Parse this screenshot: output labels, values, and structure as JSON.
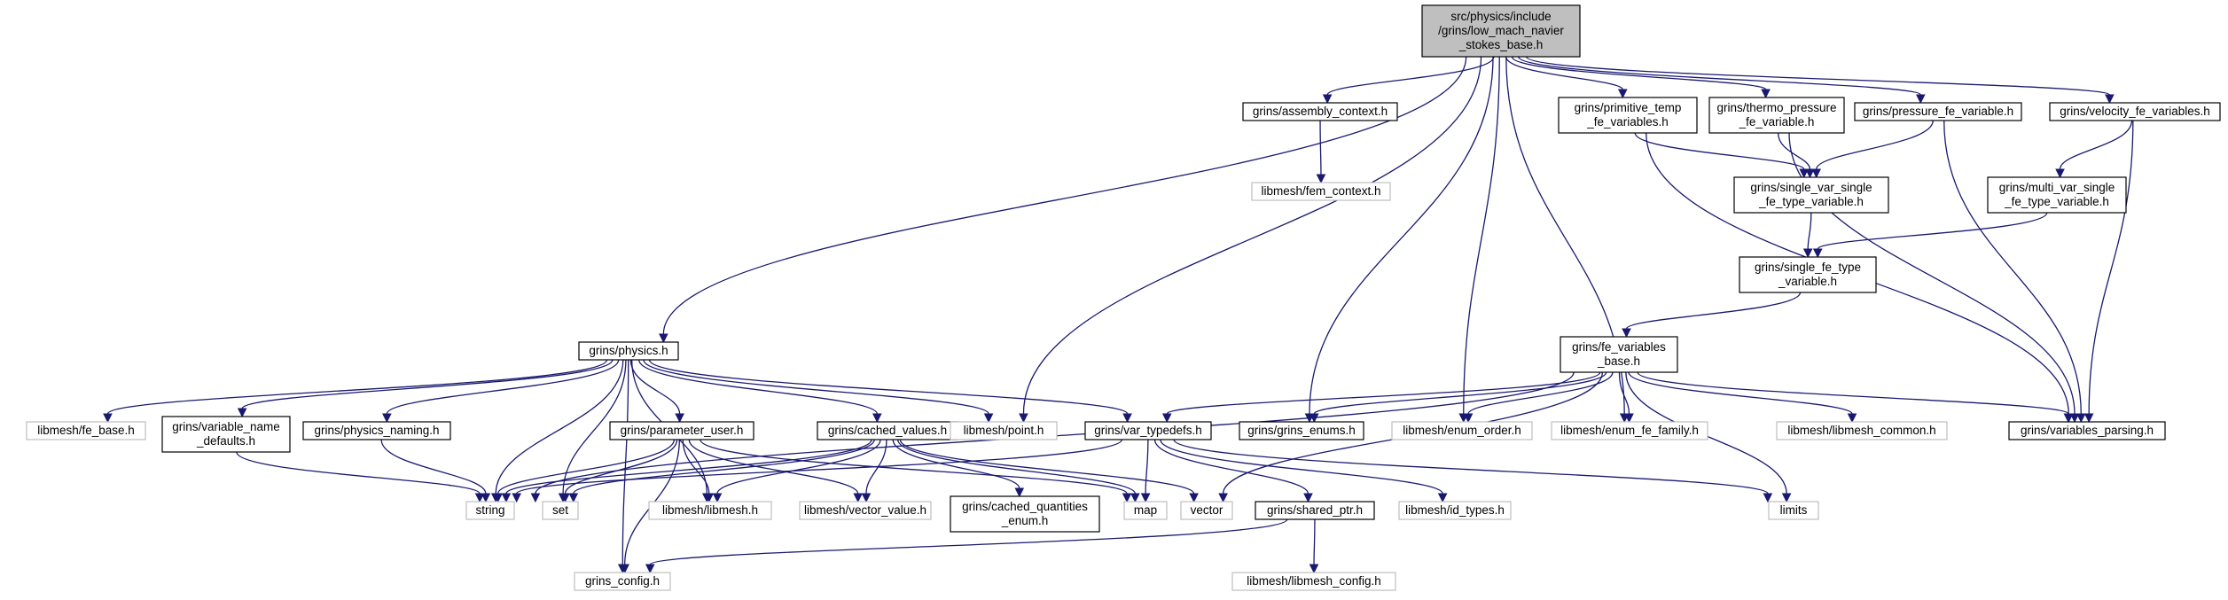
{
  "diagram": {
    "type": "include-dependency-graph",
    "colors": {
      "edge": "#191970",
      "root_fill": "#bfbfbf",
      "header_border": "#000000",
      "external_border": "#bfbfbf",
      "background": "#ffffff"
    },
    "nodes": [
      {
        "id": "root",
        "kind": "root",
        "lines": [
          "src/physics/include",
          "/grins/low_mach_navier",
          "_stokes_base.h"
        ]
      },
      {
        "id": "assembly_context",
        "kind": "header",
        "lines": [
          "grins/assembly_context.h"
        ]
      },
      {
        "id": "fem_context",
        "kind": "external",
        "lines": [
          "libmesh/fem_context.h"
        ]
      },
      {
        "id": "primitive_temp",
        "kind": "header",
        "lines": [
          "grins/primitive_temp",
          "_fe_variables.h"
        ]
      },
      {
        "id": "thermo_pressure",
        "kind": "header",
        "lines": [
          "grins/thermo_pressure",
          "_fe_variable.h"
        ]
      },
      {
        "id": "pressure_fe",
        "kind": "header",
        "lines": [
          "grins/pressure_fe_variable.h"
        ]
      },
      {
        "id": "velocity_fe",
        "kind": "header",
        "lines": [
          "grins/velocity_fe_variables.h"
        ]
      },
      {
        "id": "single_var",
        "kind": "header",
        "lines": [
          "grins/single_var_single",
          "_fe_type_variable.h"
        ]
      },
      {
        "id": "multi_var",
        "kind": "header",
        "lines": [
          "grins/multi_var_single",
          "_fe_type_variable.h"
        ]
      },
      {
        "id": "single_fe_type",
        "kind": "header",
        "lines": [
          "grins/single_fe_type",
          "_variable.h"
        ]
      },
      {
        "id": "fe_variables_base",
        "kind": "header",
        "lines": [
          "grins/fe_variables",
          "_base.h"
        ]
      },
      {
        "id": "physics",
        "kind": "header",
        "lines": [
          "grins/physics.h"
        ]
      },
      {
        "id": "fe_base",
        "kind": "external",
        "lines": [
          "libmesh/fe_base.h"
        ]
      },
      {
        "id": "variable_name_defaults",
        "kind": "header",
        "lines": [
          "grins/variable_name",
          "_defaults.h"
        ]
      },
      {
        "id": "physics_naming",
        "kind": "header",
        "lines": [
          "grins/physics_naming.h"
        ]
      },
      {
        "id": "parameter_user",
        "kind": "header",
        "lines": [
          "grins/parameter_user.h"
        ]
      },
      {
        "id": "cached_values",
        "kind": "header",
        "lines": [
          "grins/cached_values.h"
        ]
      },
      {
        "id": "point",
        "kind": "external",
        "lines": [
          "libmesh/point.h"
        ]
      },
      {
        "id": "var_typedefs",
        "kind": "header",
        "lines": [
          "grins/var_typedefs.h"
        ]
      },
      {
        "id": "grins_enums",
        "kind": "header",
        "lines": [
          "grins/grins_enums.h"
        ]
      },
      {
        "id": "enum_order",
        "kind": "external",
        "lines": [
          "libmesh/enum_order.h"
        ]
      },
      {
        "id": "enum_fe_family",
        "kind": "external",
        "lines": [
          "libmesh/enum_fe_family.h"
        ]
      },
      {
        "id": "libmesh_common",
        "kind": "external",
        "lines": [
          "libmesh/libmesh_common.h"
        ]
      },
      {
        "id": "variables_parsing",
        "kind": "header",
        "lines": [
          "grins/variables_parsing.h"
        ]
      },
      {
        "id": "string",
        "kind": "external",
        "lines": [
          "string"
        ]
      },
      {
        "id": "set",
        "kind": "external",
        "lines": [
          "set"
        ]
      },
      {
        "id": "libmesh_h",
        "kind": "external",
        "lines": [
          "libmesh/libmesh.h"
        ]
      },
      {
        "id": "vector_value",
        "kind": "external",
        "lines": [
          "libmesh/vector_value.h"
        ]
      },
      {
        "id": "cached_quantities_enum",
        "kind": "header",
        "lines": [
          "grins/cached_quantities",
          "_enum.h"
        ]
      },
      {
        "id": "map",
        "kind": "external",
        "lines": [
          "map"
        ]
      },
      {
        "id": "vector",
        "kind": "external",
        "lines": [
          "vector"
        ]
      },
      {
        "id": "shared_ptr",
        "kind": "header",
        "lines": [
          "grins/shared_ptr.h"
        ]
      },
      {
        "id": "id_types",
        "kind": "external",
        "lines": [
          "libmesh/id_types.h"
        ]
      },
      {
        "id": "limits",
        "kind": "external",
        "lines": [
          "limits"
        ]
      },
      {
        "id": "grins_config",
        "kind": "external",
        "lines": [
          "grins_config.h"
        ]
      },
      {
        "id": "libmesh_config",
        "kind": "external",
        "lines": [
          "libmesh/libmesh_config.h"
        ]
      }
    ],
    "edges": [
      [
        "root",
        "assembly_context"
      ],
      [
        "root",
        "primitive_temp"
      ],
      [
        "root",
        "thermo_pressure"
      ],
      [
        "root",
        "pressure_fe"
      ],
      [
        "root",
        "velocity_fe"
      ],
      [
        "root",
        "physics"
      ],
      [
        "root",
        "point"
      ],
      [
        "root",
        "grins_enums"
      ],
      [
        "root",
        "enum_order"
      ],
      [
        "root",
        "enum_fe_family"
      ],
      [
        "assembly_context",
        "fem_context"
      ],
      [
        "primitive_temp",
        "single_var"
      ],
      [
        "primitive_temp",
        "variables_parsing"
      ],
      [
        "thermo_pressure",
        "single_var"
      ],
      [
        "thermo_pressure",
        "variables_parsing"
      ],
      [
        "pressure_fe",
        "single_var"
      ],
      [
        "pressure_fe",
        "variables_parsing"
      ],
      [
        "velocity_fe",
        "multi_var"
      ],
      [
        "velocity_fe",
        "variables_parsing"
      ],
      [
        "single_var",
        "single_fe_type"
      ],
      [
        "multi_var",
        "single_fe_type"
      ],
      [
        "single_fe_type",
        "fe_variables_base"
      ],
      [
        "fe_variables_base",
        "string"
      ],
      [
        "fe_variables_base",
        "var_typedefs"
      ],
      [
        "fe_variables_base",
        "grins_enums"
      ],
      [
        "fe_variables_base",
        "enum_order"
      ],
      [
        "fe_variables_base",
        "enum_fe_family"
      ],
      [
        "fe_variables_base",
        "libmesh_common"
      ],
      [
        "fe_variables_base",
        "variables_parsing"
      ],
      [
        "fe_variables_base",
        "vector"
      ],
      [
        "fe_variables_base",
        "limits"
      ],
      [
        "physics",
        "fe_base"
      ],
      [
        "physics",
        "variable_name_defaults"
      ],
      [
        "physics",
        "physics_naming"
      ],
      [
        "physics",
        "parameter_user"
      ],
      [
        "physics",
        "cached_values"
      ],
      [
        "physics",
        "point"
      ],
      [
        "physics",
        "var_typedefs"
      ],
      [
        "physics",
        "string"
      ],
      [
        "physics",
        "set"
      ],
      [
        "physics",
        "libmesh_h"
      ],
      [
        "physics",
        "grins_config"
      ],
      [
        "variable_name_defaults",
        "string"
      ],
      [
        "physics_naming",
        "string"
      ],
      [
        "parameter_user",
        "string"
      ],
      [
        "parameter_user",
        "set"
      ],
      [
        "parameter_user",
        "libmesh_h"
      ],
      [
        "parameter_user",
        "vector_value"
      ],
      [
        "parameter_user",
        "map"
      ],
      [
        "parameter_user",
        "grins_config"
      ],
      [
        "cached_values",
        "string"
      ],
      [
        "cached_values",
        "set"
      ],
      [
        "cached_values",
        "libmesh_h"
      ],
      [
        "cached_values",
        "vector_value"
      ],
      [
        "cached_values",
        "cached_quantities_enum"
      ],
      [
        "cached_values",
        "map"
      ],
      [
        "cached_values",
        "vector"
      ],
      [
        "var_typedefs",
        "string"
      ],
      [
        "var_typedefs",
        "map"
      ],
      [
        "var_typedefs",
        "shared_ptr"
      ],
      [
        "var_typedefs",
        "id_types"
      ],
      [
        "var_typedefs",
        "limits"
      ],
      [
        "shared_ptr",
        "grins_config"
      ],
      [
        "shared_ptr",
        "libmesh_config"
      ]
    ]
  }
}
